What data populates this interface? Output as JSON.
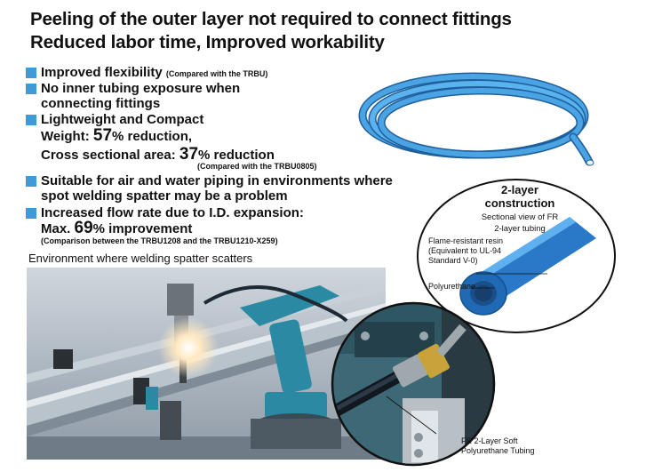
{
  "headline": {
    "line1": "Peeling of the outer layer not required to connect fittings",
    "line2": "Reduced labor time, Improved workability"
  },
  "features": [
    {
      "text": "Improved flexibility",
      "note": "(Compared with the TRBU)"
    },
    {
      "text": "No inner tubing exposure when connecting fittings"
    },
    {
      "text": "Lightweight and Compact"
    },
    {
      "text": "Suitable for air and water piping in environments where spot welding spatter may be a problem"
    },
    {
      "text": "Increased flow rate due to I.D. expansion:"
    }
  ],
  "weight": {
    "prefix": "Weight: ",
    "value": "57",
    "suffix": "% reduction,"
  },
  "cross_section": {
    "prefix": "Cross sectional area: ",
    "value": "37",
    "suffix": "% reduction",
    "note": "(Compared with the TRBU0805)"
  },
  "flow": {
    "prefix": "Max. ",
    "value": "69",
    "suffix": "% improvement",
    "note": "(Comparison between the TRBU1208 and the TRBU1210-X259)"
  },
  "environment_caption": "Environment where welding spatter scatters",
  "section": {
    "title_line1": "2-layer",
    "title_line2": "construction",
    "subtitle_line1": "Sectional view of FR",
    "subtitle_line2": "2-layer tubing",
    "outer_label_line1": "Flame-resistant resin",
    "outer_label_line2": "(Equivalent to UL-94",
    "outer_label_line3": "Standard V-0)",
    "inner_label": "Polyurethane"
  },
  "tubing_label_line1": "FR 2-Layer Soft",
  "tubing_label_line2": "Polyurethane Tubing",
  "colors": {
    "accent": "#3e9bd8",
    "tube_blue": "#2f7fc9",
    "robot_teal": "#2a8aa3"
  }
}
